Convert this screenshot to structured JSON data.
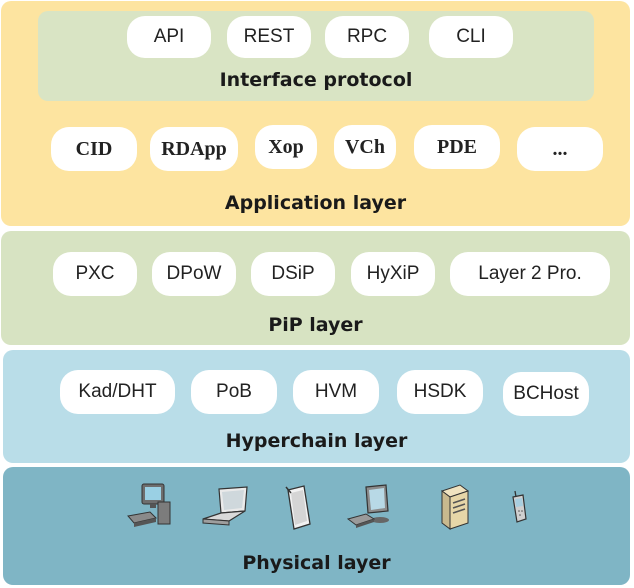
{
  "application_layer": {
    "title": "Application layer",
    "interface": {
      "title": "Interface protocol",
      "items": [
        "API",
        "REST",
        "RPC",
        "CLI"
      ]
    },
    "items": [
      "CID",
      "RDApp",
      "Xop",
      "VCh",
      "PDE",
      "..."
    ]
  },
  "pip_layer": {
    "title": "PiP layer",
    "items": [
      "PXC",
      "DPoW",
      "DSiP",
      "HyXiP",
      "Layer 2 Pro."
    ]
  },
  "hyperchain_layer": {
    "title": "Hyperchain layer",
    "items": [
      "Kad/DHT",
      "PoB",
      "HVM",
      "HSDK",
      "BCHost"
    ]
  },
  "physical_layer": {
    "title": "Physical layer",
    "devices": [
      "desktop-computer-icon",
      "laptop-icon",
      "tablet-icon",
      "workstation-icon",
      "server-icon",
      "mobile-phone-icon"
    ]
  },
  "colors": {
    "application": "#fde4a0",
    "interface": "#d9e4c4",
    "pip": "#d7e3c2",
    "hyperchain": "#b9dde8",
    "physical": "#7fb5c5"
  }
}
